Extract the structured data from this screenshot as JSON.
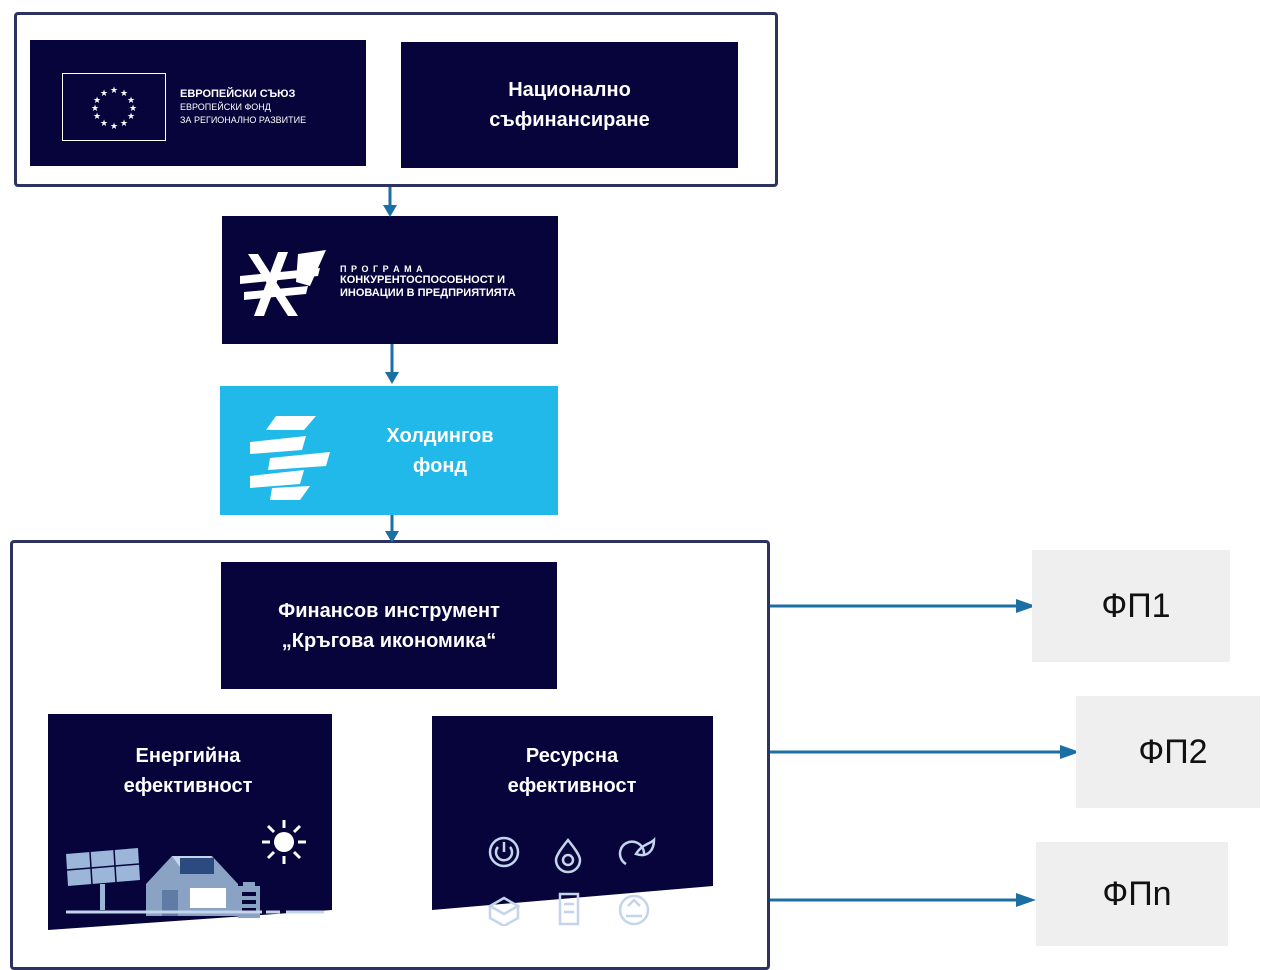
{
  "eu_box": {
    "line1": "ЕВРОПЕЙСКИ СЪЮЗ",
    "line2": "ЕВРОПЕЙСКИ ФОНД",
    "line3": "ЗА РЕГИОНАЛНО  РАЗВИТИЕ"
  },
  "national_box": {
    "label": "Национално\nсъфинансиране"
  },
  "program_box": {
    "small": "П Р О Г Р А М А",
    "line1": "КОНКУРЕНТОСПОСОБНОСТ И",
    "line2": "ИНОВАЦИИ В ПРЕДПРИЯТИЯТА"
  },
  "holding_box": {
    "label": "Холдингов\nфонд"
  },
  "instrument_box": {
    "label": "Финансов инструмент\n„Кръгова икономика“"
  },
  "energy_box": {
    "label": "Енергийна\nефективност"
  },
  "resource_box": {
    "label": "Ресурсна\nефективност"
  },
  "fp_boxes": [
    {
      "label": "ФП1"
    },
    {
      "label": "ФП2"
    },
    {
      "label": "ФПn"
    }
  ],
  "colors": {
    "navy": "#06043a",
    "cyan": "#21b8ea",
    "arrow": "#1c6fa3",
    "frame": "#2c3360",
    "fp_bg": "#efefef"
  }
}
